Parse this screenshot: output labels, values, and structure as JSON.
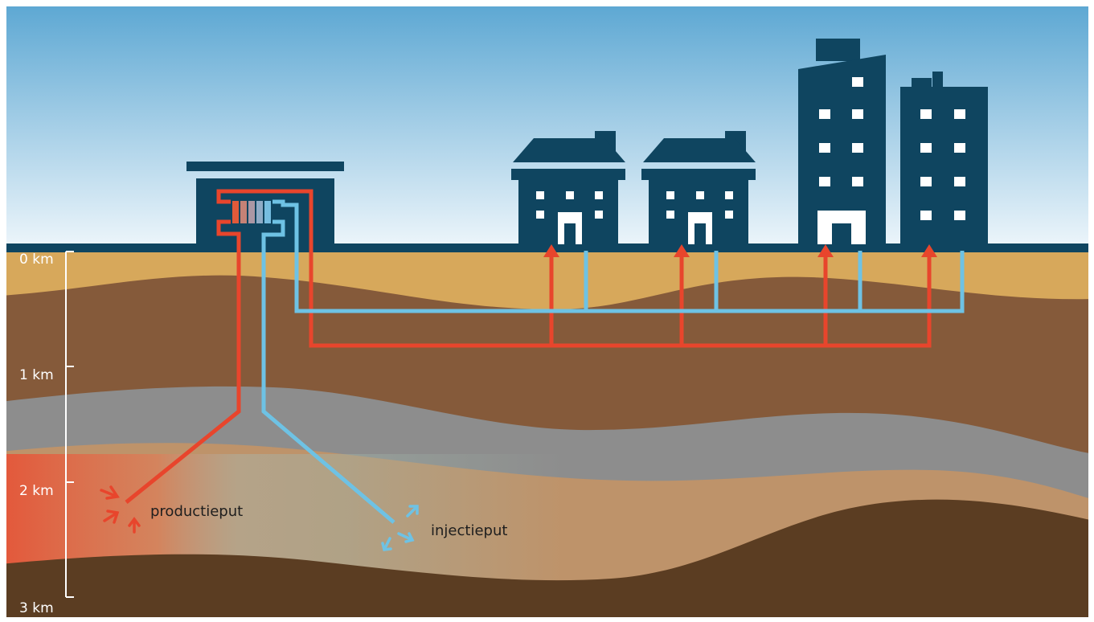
{
  "colors": {
    "sky_top": "#5aa6d2",
    "sky_bottom": "#eef6fb",
    "building": "#0f4560",
    "ground_line": "#0f4560",
    "layer_top_sand": "#d7a85b",
    "layer_brown": "#855a3a",
    "layer_grey": "#8d8d8d",
    "layer_tan": "#be936a",
    "layer_dark": "#5b3d22",
    "hot_pipe": "#e8452c",
    "cold_pipe": "#6ec2e4"
  },
  "depth_scale": {
    "ticks": [
      {
        "label": "0 km"
      },
      {
        "label": "1 km"
      },
      {
        "label": "2 km"
      },
      {
        "label": "3 km"
      }
    ]
  },
  "wells": {
    "production": {
      "label": "productieput"
    },
    "injection": {
      "label": "injectieput"
    }
  },
  "icons": [
    "heat-exchanger-icon",
    "house-icon",
    "apartment-building-icon"
  ]
}
